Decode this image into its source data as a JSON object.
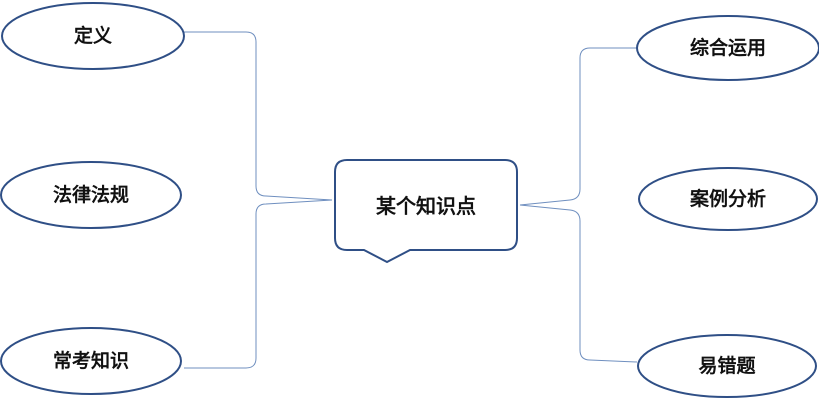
{
  "center": {
    "label": "某个知识点"
  },
  "left_nodes": [
    {
      "label": "定义"
    },
    {
      "label": "法律法规"
    },
    {
      "label": "常考知识"
    }
  ],
  "right_nodes": [
    {
      "label": "综合运用"
    },
    {
      "label": "案例分析"
    },
    {
      "label": "易错题"
    }
  ],
  "colors": {
    "node_stroke": "#2f4f86",
    "connector": "#6f8fbf",
    "text": "#111111",
    "background": "#ffffff"
  }
}
